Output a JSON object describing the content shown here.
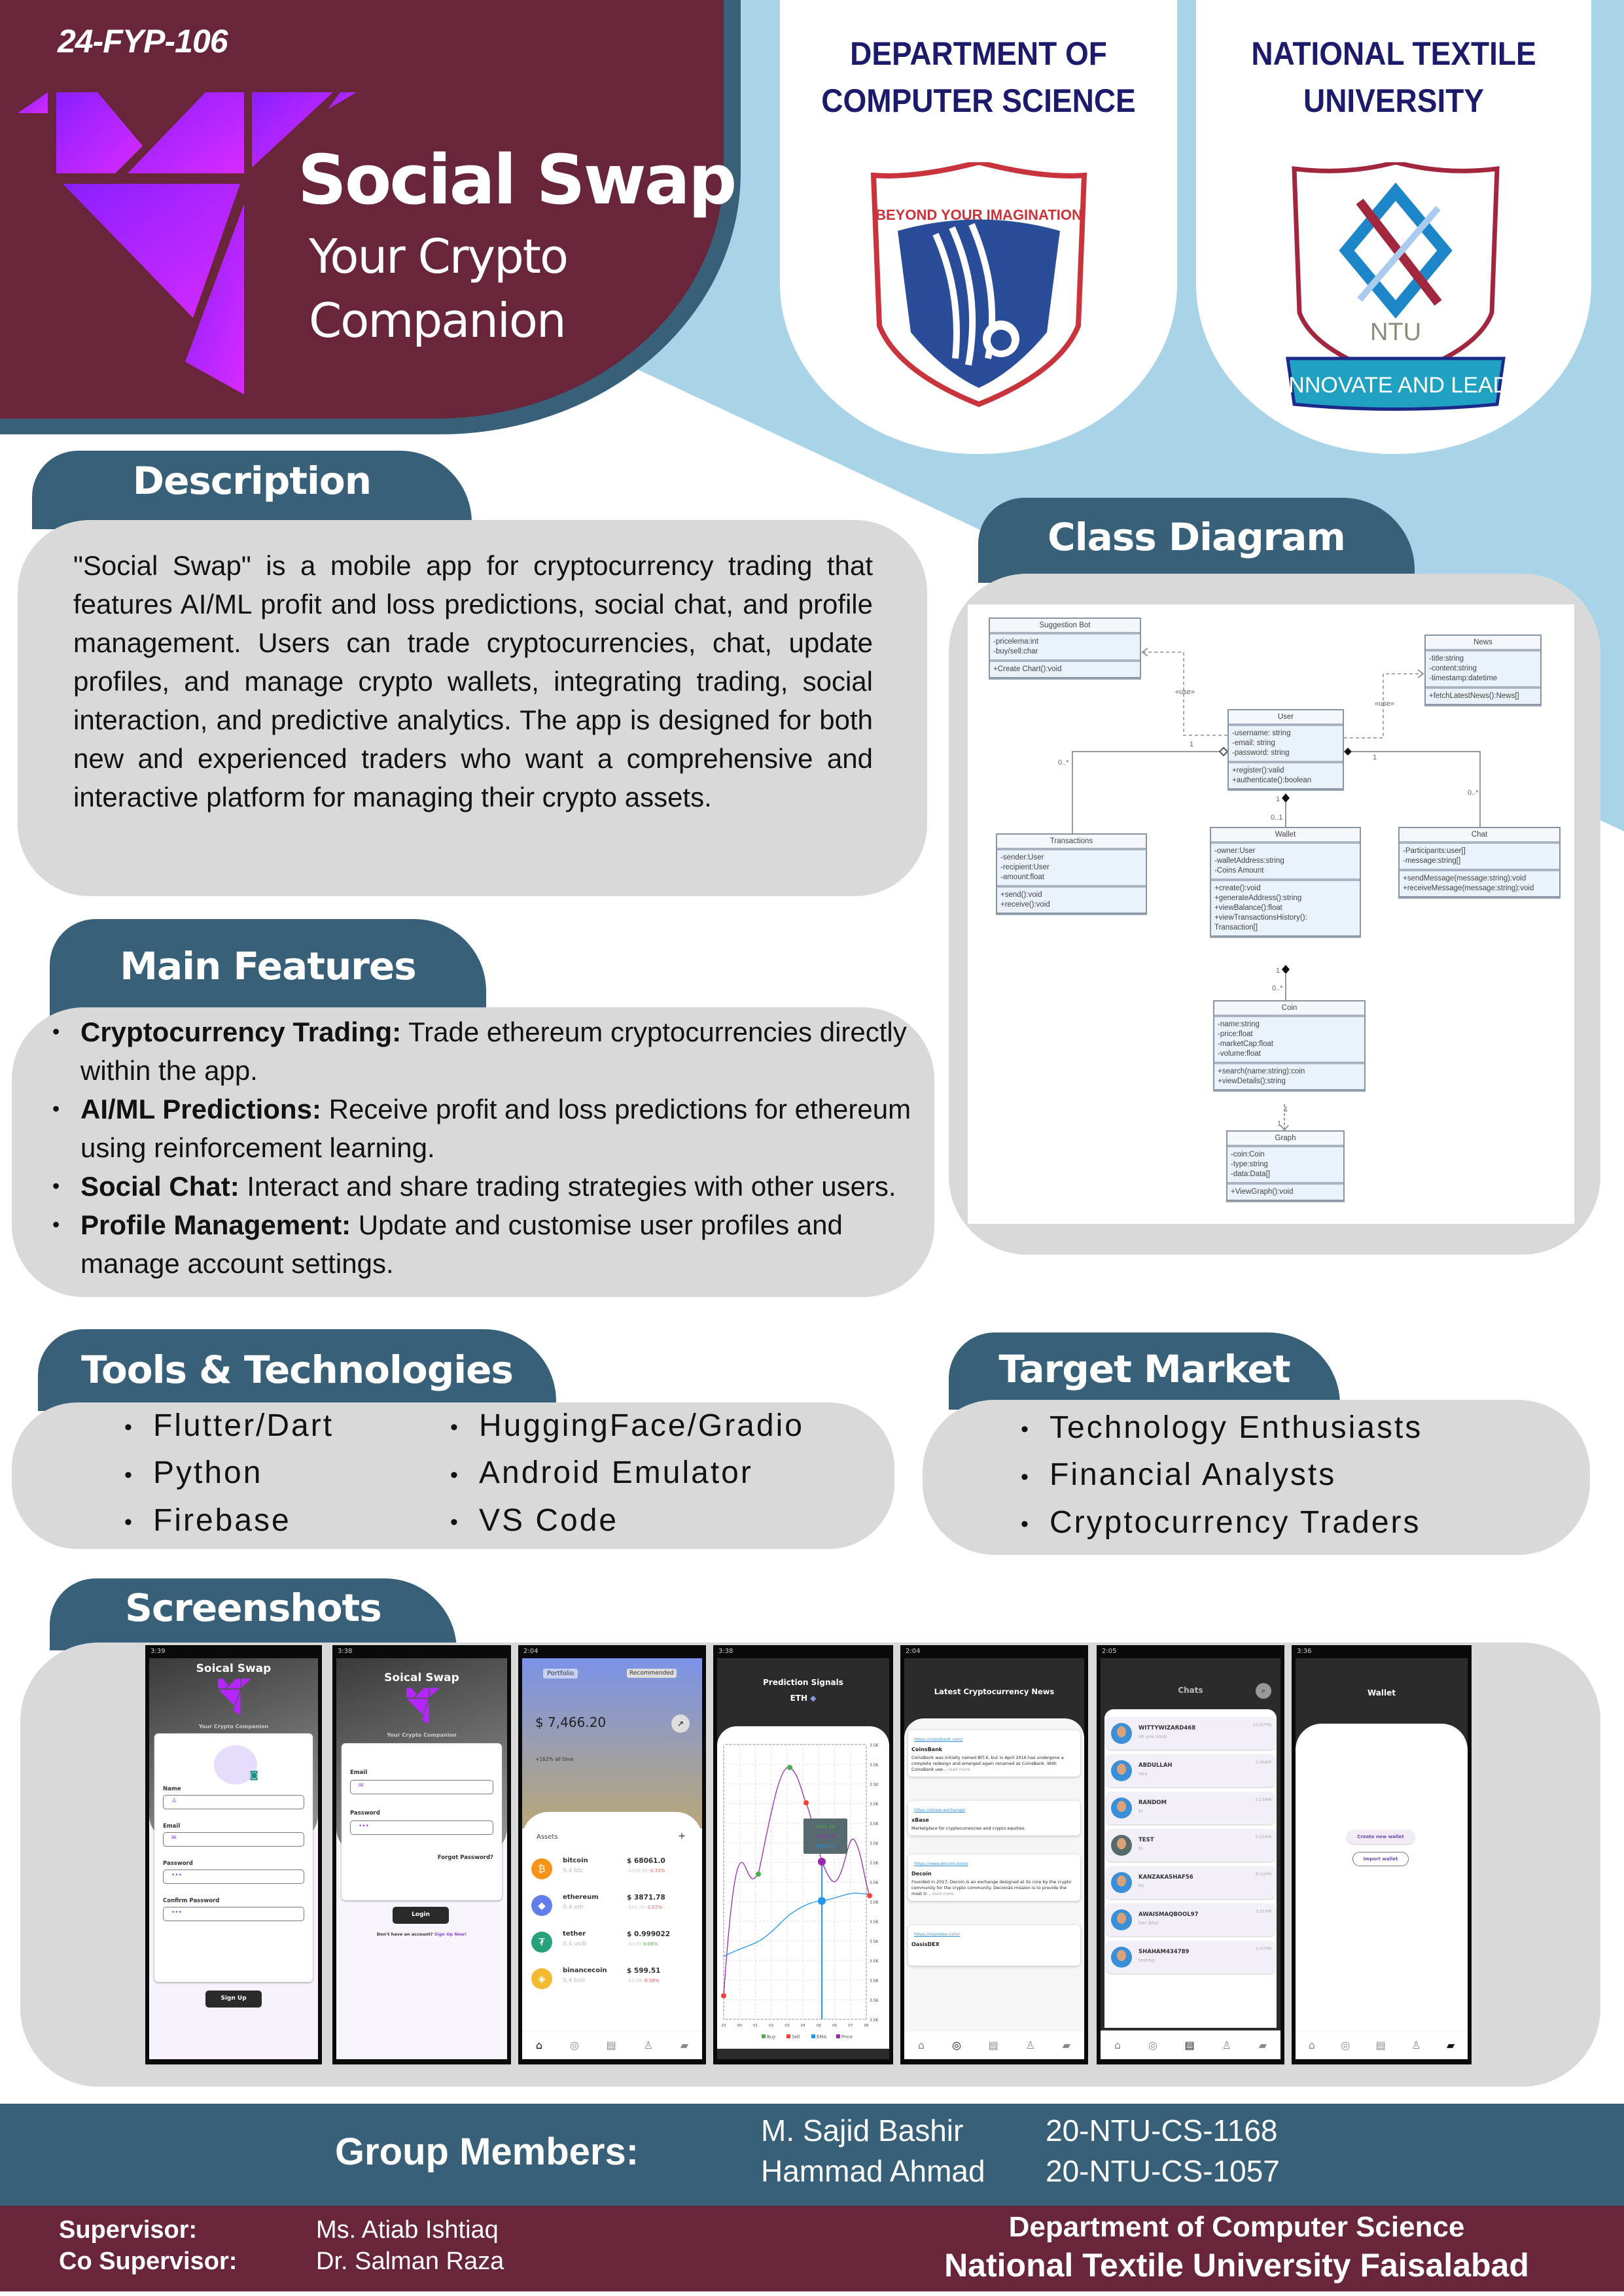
{
  "colors": {
    "maroon": "#69263a",
    "teal": "#386179",
    "light_blue": "#a9d4e8",
    "panel_gray": "#d9d9d9",
    "navy": "#1b1a6b",
    "logo_purple": "#b425ff"
  },
  "header": {
    "project_code": "24-FYP-106",
    "title": "Social Swap",
    "tagline_line1": "Your Crypto",
    "tagline_line2": "Companion",
    "dept_line1": "DEPARTMENT OF",
    "dept_line2": "COMPUTER SCIENCE",
    "dept_logo_text": "BEYOND YOUR IMAGINATION",
    "uni_line1": "NATIONAL TEXTILE",
    "uni_line2": "UNIVERSITY",
    "uni_logo_text": "NTU",
    "uni_motto": "INNOVATE AND LEAD"
  },
  "description": {
    "title": "Description",
    "text": "\"Social Swap\" is a mobile app for cryptocurrency trading that features AI/ML profit and loss predictions, social chat, and profile management. Users can trade cryptocurrencies, chat, update profiles, and manage crypto wallets, integrating trading, social interaction, and predictive analytics. The app is designed for both new and experienced traders who want a comprehensive and interactive platform for managing their crypto assets."
  },
  "features": {
    "title": "Main Features",
    "items": [
      {
        "label": "Cryptocurrency Trading:",
        "text": " Trade ethereum cryptocurrencies directly within the app."
      },
      {
        "label": "AI/ML Predictions:",
        "text": " Receive profit and loss predictions for ethereum using reinforcement learning."
      },
      {
        "label": "Social Chat:",
        "text": " Interact and share trading strategies with other users."
      },
      {
        "label": "Profile Management:",
        "text": " Update and customise user profiles and manage account settings."
      }
    ]
  },
  "tools": {
    "title": "Tools & Technologies",
    "col1": [
      "Flutter/Dart",
      "Python",
      "Firebase"
    ],
    "col2": [
      "HuggingFace/Gradio",
      "Android Emulator",
      "VS Code"
    ]
  },
  "target": {
    "title": "Target Market",
    "items": [
      "Technology Enthusiasts",
      "Financial Analysts",
      "Cryptocurrency Traders"
    ]
  },
  "class_diagram": {
    "title": "Class Diagram",
    "classes": [
      {
        "name": "Suggestion Bot",
        "attributes": [
          "-pricelema:int",
          "-buy/sell:char"
        ],
        "methods": [
          "+Create Chart():void"
        ]
      },
      {
        "name": "News",
        "attributes": [
          "-title:string",
          "-content:string",
          "-timestamp:datetime"
        ],
        "methods": [
          "+fetchLatestNews():News[]"
        ]
      },
      {
        "name": "User",
        "attributes": [
          "-username: string",
          "-email: string",
          "-password: string"
        ],
        "methods": [
          "+register():valid",
          "+authenticate():boolean"
        ]
      },
      {
        "name": "Transactions",
        "attributes": [
          "-sender:User",
          "-recipient:User",
          "-amount:float"
        ],
        "methods": [
          "+send():void",
          "+receive():void"
        ]
      },
      {
        "name": "Wallet",
        "attributes": [
          "-owner:User",
          "-walletAddress:string",
          "-Coins Amount"
        ],
        "methods": [
          "+create():void",
          "+generateAddress():string",
          "+viewBalance():float",
          "+viewTransactionsHistory():",
          "Transaction[]"
        ]
      },
      {
        "name": "Chat",
        "attributes": [
          "-Participants:user[]",
          "-message:string[]"
        ],
        "methods": [
          "+sendMessage(message:string):void",
          "+receiveMessage(message:string):void"
        ]
      },
      {
        "name": "Coin",
        "attributes": [
          "-name:string",
          "-price:float",
          "-marketCap:float",
          "-volume:float"
        ],
        "methods": [
          "+search(name:string):coin",
          "+viewDetails():string"
        ]
      },
      {
        "name": "Graph",
        "attributes": [
          "-coin:Coin",
          "-type:string",
          "-data:Data[]"
        ],
        "methods": [
          "+ViewGraph():void"
        ]
      }
    ],
    "stereotype": "«use»",
    "mult": {
      "user_tx": "1",
      "tx": "0..*",
      "user_chat": "1",
      "chat": "0..*",
      "user_wallet": "1",
      "wallet": "0..1",
      "wallet_coin": "1",
      "coin": "0..*",
      "coin_graph": "1",
      "graph": "1"
    }
  },
  "screenshots": {
    "title": "Screenshots",
    "nav_icons": [
      "home-icon",
      "explore-icon",
      "chat-icon",
      "profile-icon",
      "wallet-icon"
    ],
    "signup": {
      "time": "3:39",
      "app_name": "Soical Swap",
      "tagline": "Your Crypto Companion",
      "name_label": "Name",
      "email_label": "Email",
      "password_label": "Password",
      "confirm_label": "Confirm Password",
      "button": "Sign Up"
    },
    "login": {
      "time": "3:38",
      "app_name": "Soical Swap",
      "tagline": "Your Crypto Companion",
      "email_label": "Email",
      "password_label": "Password",
      "forgot": "Forgot Password?",
      "button": "Login",
      "no_account": "Don't have an account?",
      "signup_link": "Sign Up Now!"
    },
    "portfolio": {
      "time": "2:04",
      "tab1": "Portfolio",
      "tab2": "Recommended",
      "balance": "$ 7,466.20",
      "growth": "+162% all time",
      "assets_label": "Assets",
      "add": "+",
      "coins": [
        {
          "name": "bitcoin",
          "qty": "0.4 btc",
          "price": "$ 68061.0",
          "delta": "-$536.46",
          "pct": "-0.72%",
          "color": "#f7931a",
          "symbol": "₿",
          "up": false
        },
        {
          "name": "ethereum",
          "qty": "0.4 eth",
          "price": "$ 3871.78",
          "delta": "-$40.75",
          "pct": "-1.07%",
          "color": "#627eea",
          "symbol": "◆",
          "up": false
        },
        {
          "name": "tether",
          "qty": "0.4 usdt",
          "price": "$ 0.999022",
          "delta": "-$0.00",
          "pct": "0.08%",
          "color": "#26a17b",
          "symbol": "₮",
          "up": true
        },
        {
          "name": "binancecoin",
          "qty": "0.4 bnb",
          "price": "$ 599.51",
          "delta": "-$3.38",
          "pct": "-0.58%",
          "color": "#f3ba2f",
          "symbol": "◈",
          "up": false
        }
      ]
    },
    "prediction": {
      "time": "3:38",
      "title": "Prediction Signals",
      "coin": "ETH",
      "y_ticks": [
        "3.5K",
        "3.5K",
        "3.5K",
        "3.5K",
        "3.5K",
        "3.5K",
        "3.5K",
        "3.5K",
        "3.5K",
        "3.5K",
        "3.5K",
        "3.5K",
        "3.5K",
        "3.5K",
        "3.5K"
      ],
      "x_ticks": [
        "23",
        "00",
        "01",
        "02",
        "03",
        "04",
        "05",
        "06",
        "07",
        "08"
      ],
      "legend": [
        {
          "label": "Buy",
          "color": "#4caf50"
        },
        {
          "label": "Sell",
          "color": "#f44336"
        },
        {
          "label": "EMA",
          "color": "#2196f3"
        },
        {
          "label": "Price",
          "color": "#9c27b0"
        }
      ],
      "tooltip": [
        {
          "value": "3507.79",
          "color": "#4caf50"
        },
        {
          "value": "3507.79",
          "color": "#9c27b0"
        },
        {
          "value": "3503.87",
          "color": "#2196f3"
        }
      ]
    },
    "news": {
      "time": "2:04",
      "title": "Latest Cryptocurrency News",
      "read_more": "read more",
      "items": [
        {
          "url": "https://coinsbank.com/",
          "name": "CoinsBank",
          "body": "CoinsBank was initially named BIT-X, but in April 2016 has undergone a complete redesign and emerged again renamed as CoinsBank. With CoinsBank use...",
          "more": true
        },
        {
          "url": "https://xbase.exchange/",
          "name": "xBase",
          "body": "Marketplace for cryptocurrencies and crypto equities.",
          "more": false
        },
        {
          "url": "https://www.decoin.io/en/",
          "name": "Decoin",
          "body": "Founded in 2017, Decoin is an exchange designed at its core by the crypto community for the crypto community. Decoinâs mission is to provide the most tr...",
          "more": true
        },
        {
          "url": "https://oasisdex.com/",
          "name": "OasisDEX",
          "body": "",
          "more": false
        }
      ]
    },
    "chats": {
      "time": "2:05",
      "title": "Chats",
      "items": [
        {
          "name": "WITTYWIZARD468",
          "msg": "oh you noob",
          "time": "10:07PM"
        },
        {
          "name": "ABDULLAH",
          "msg": "Hey",
          "time": "2:36AM"
        },
        {
          "name": "RANDOM",
          "msg": "hi",
          "time": "2:23AM"
        },
        {
          "name": "TEST",
          "msg": "hi",
          "time": "2:15AM"
        },
        {
          "name": "KANZAKASHAF56",
          "msg": "hii",
          "time": "8:22PM"
        },
        {
          "name": "AWAISMAQBOOL97",
          "msg": "han Bhai",
          "time": "3:01PM"
        },
        {
          "name": "SHAHAM434789",
          "msg": "testing",
          "time": "2:47PM"
        }
      ]
    },
    "wallet": {
      "time": "3:36",
      "title": "Wallet",
      "create": "Create new wallet",
      "import": "Import wallet"
    }
  },
  "footer": {
    "group_label": "Group Members:",
    "members": [
      {
        "name": "M. Sajid Bashir",
        "id": "20-NTU-CS-1168"
      },
      {
        "name": "Hammad Ahmad",
        "id": "20-NTU-CS-1057"
      }
    ],
    "supervisor_label": "Supervisor:",
    "supervisor": "Ms. Atiab Ishtiaq",
    "co_supervisor_label": "Co Supervisor:",
    "co_supervisor": "Dr. Salman Raza",
    "dept": "Department of Computer Science",
    "university": "National Textile University Faisalabad"
  }
}
